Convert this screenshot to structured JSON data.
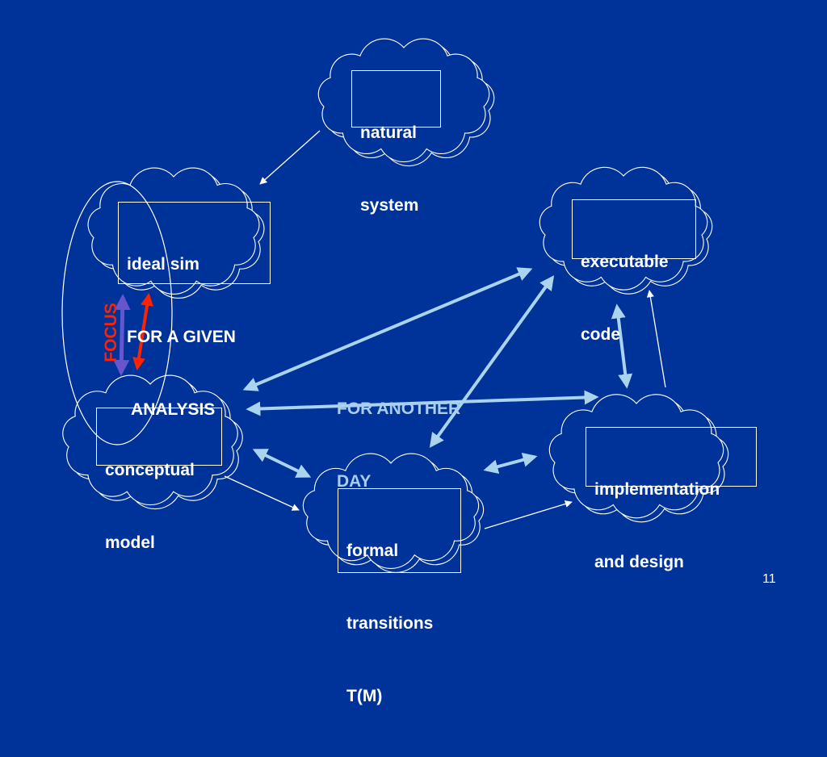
{
  "slide": {
    "page_number": "11",
    "focus_label": "FOCUS",
    "annotation": [
      "FOR ANOTHER",
      "DAY"
    ]
  },
  "nodes": {
    "natural_system": {
      "lines": [
        "natural",
        "system"
      ]
    },
    "ideal_sim": {
      "lines": [
        "ideal sim",
        "FOR A GIVEN",
        " ANALYSIS"
      ]
    },
    "executable_code": {
      "lines": [
        "executable",
        "code"
      ]
    },
    "conceptual_model": {
      "lines": [
        "conceptual",
        "model"
      ]
    },
    "implementation_design": {
      "lines": [
        "implementation",
        "and design"
      ]
    },
    "formal_transitions": {
      "lines": [
        "formal",
        "transitions",
        "T(M)"
      ]
    }
  },
  "colors": {
    "background": "#003399",
    "cloud_outline": "#ffffff",
    "arrow_thin": "#ffffff",
    "arrow_thick": "#aad4ee",
    "focus_red": "#ff2200",
    "focus_purple": "#6655cc"
  }
}
